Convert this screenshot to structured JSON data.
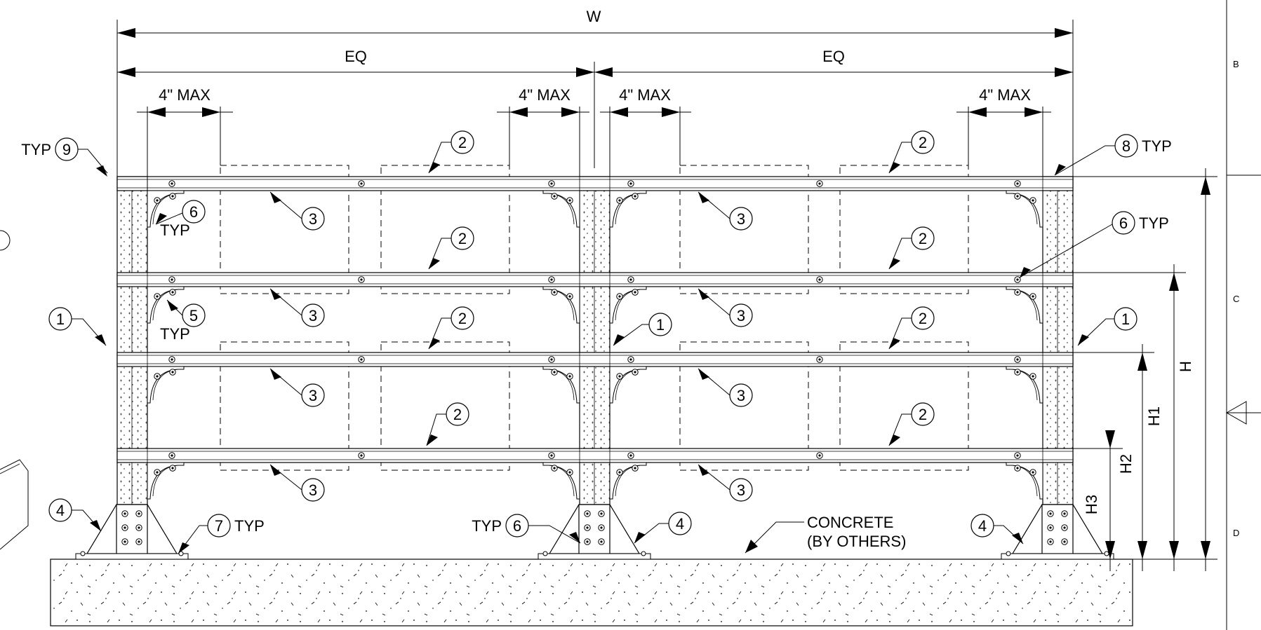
{
  "dimensions": {
    "overall_width": "W",
    "equal_left": "EQ",
    "equal_right": "EQ",
    "max_gap": "4\" MAX",
    "height_overall": "H",
    "height_1": "H1",
    "height_2": "H2",
    "height_3": "H3"
  },
  "callouts": {
    "post": "1",
    "beam": "2",
    "panel": "3",
    "base_plate": "4",
    "bracket": "5",
    "bolt": "6",
    "anchor": "7",
    "end_cap": "8",
    "end_bracket": "9",
    "typ": "TYP"
  },
  "notes": {
    "concrete_line1": "CONCRETE",
    "concrete_line2": "(BY OTHERS)"
  },
  "border_zones": [
    "B",
    "C",
    "D"
  ]
}
